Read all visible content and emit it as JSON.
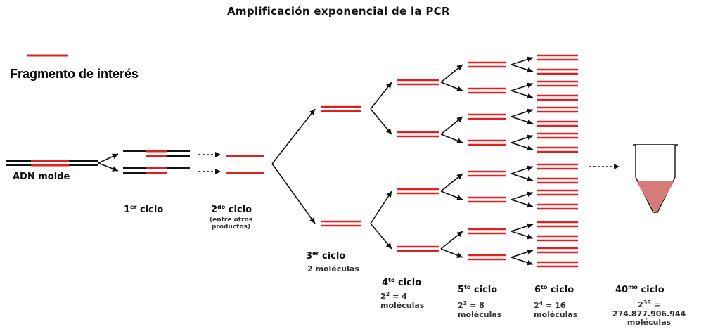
{
  "title": "Amplificación exponencial de la PCR",
  "legend": {
    "label": "Fragmento de interés",
    "color": "#e02020"
  },
  "colors": {
    "strand": "#e02020",
    "template": "#111111",
    "tube_liquid": "#d87a7a",
    "arrow": "#111111"
  },
  "template_label": "ADN molde",
  "cycles": [
    {
      "num": "1",
      "sup": "er",
      "word": "ciclo"
    },
    {
      "num": "2",
      "sup": "do",
      "word": "ciclo",
      "note": [
        "(entre otros",
        "productos)"
      ]
    },
    {
      "num": "3",
      "sup": "er",
      "word": "ciclo",
      "count": "2 moléculas"
    },
    {
      "num": "4",
      "sup": "to",
      "word": "ciclo",
      "base": "2",
      "exp": "2",
      "result": "= 4",
      "unit": "moléculas"
    },
    {
      "num": "5",
      "sup": "to",
      "word": "ciclo",
      "base": "2",
      "exp": "3",
      "result": "= 8",
      "unit": "moléculas"
    },
    {
      "num": "6",
      "sup": "to",
      "word": "ciclo",
      "base": "2",
      "exp": "4",
      "result": "= 16",
      "unit": "moléculas"
    },
    {
      "num": "40",
      "sup": "mo",
      "word": "ciclo",
      "base": "2",
      "exp": "38",
      "result": "=",
      "value": "274.877.906.944",
      "unit": "moléculas"
    }
  ]
}
